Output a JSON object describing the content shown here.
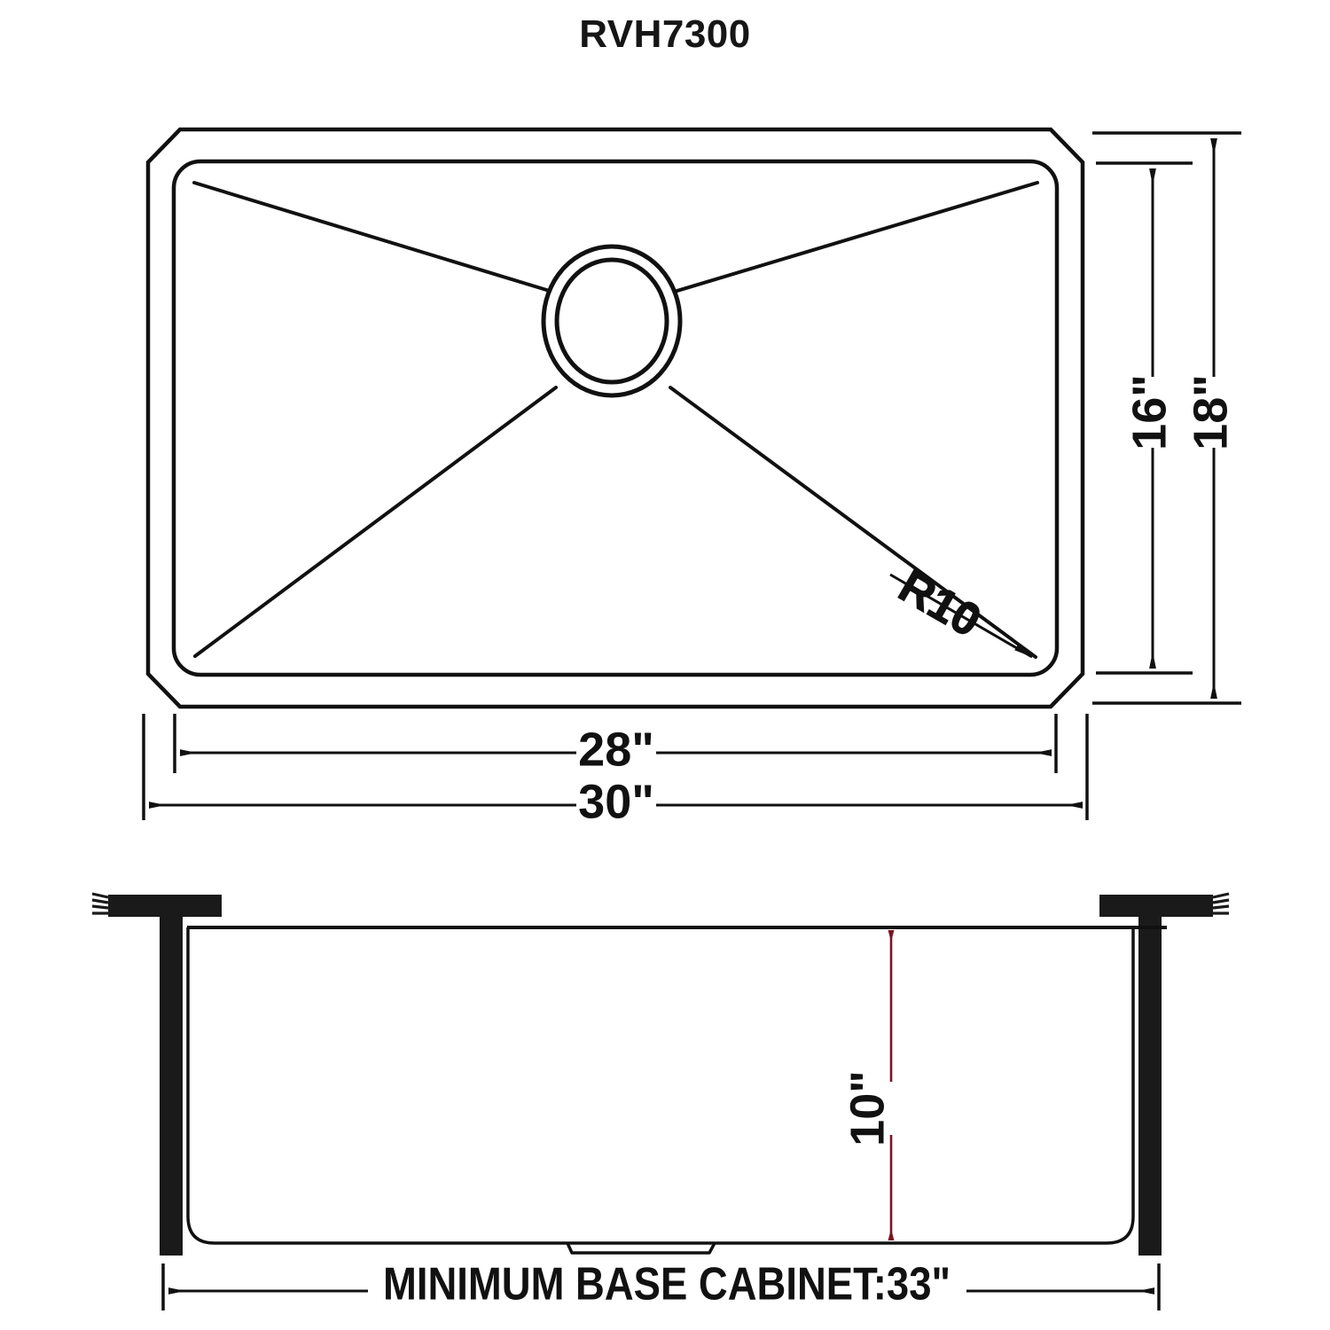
{
  "drawing": {
    "title": "RVH7300",
    "product_type": "undermount kitchen sink dimensional drawing",
    "line_color": "#111111",
    "accent_color": "#7a1420",
    "background_color": "#ffffff"
  },
  "top_view": {
    "name": "top-view",
    "corner_radius_note": "R10",
    "dimensions": {
      "inner_width": "28\"",
      "outer_width": "30\"",
      "inner_depth": "16\"",
      "outer_depth": "18\""
    }
  },
  "section_view": {
    "name": "cross-section-view",
    "depth": "10\"",
    "cabinet_note": "MINIMUM BASE CABINET:33\""
  },
  "labels": {
    "r10": "R10",
    "dim_28": "28\"",
    "dim_30": "30\"",
    "dim_16": "16\"",
    "dim_18": "18\"",
    "dim_10": "10\"",
    "cabinet": "MINIMUM BASE CABINET:33\""
  }
}
